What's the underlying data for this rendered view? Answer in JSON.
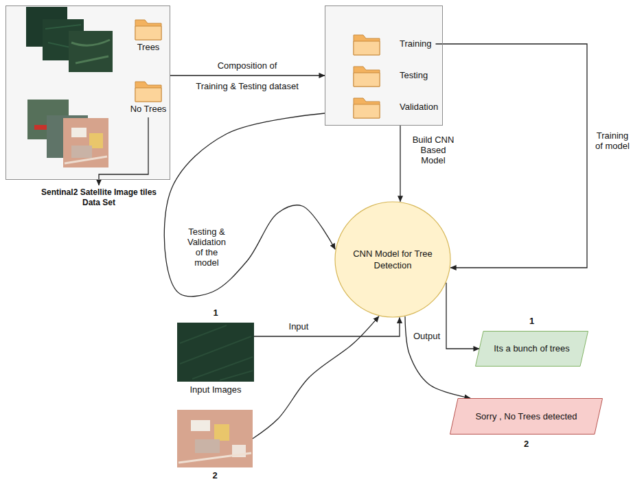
{
  "diagram": {
    "nodes": [
      {
        "text": [
          "Sentinal2 Satellite Image tiles Data Set"
        ]
      },
      {
        "text": [
          "Trees"
        ],
        "in": 0
      },
      {
        "text": [
          "No Trees"
        ],
        "in": 0
      },
      {
        "text": []
      },
      {
        "text": [
          "Training"
        ],
        "in": 3
      },
      {
        "text": [
          "Testing"
        ],
        "in": 3
      },
      {
        "text": [
          "Validation"
        ],
        "in": 3
      },
      {
        "text": [
          "CNN Model for Tree Detection"
        ]
      },
      {
        "text": [
          "1",
          "Input Images"
        ]
      },
      {
        "text": [
          "2"
        ]
      },
      {
        "text": [
          "1",
          "Its a bunch of trees"
        ]
      },
      {
        "text": [
          "Sorry , No Trees detected",
          "2"
        ]
      }
    ],
    "edges": [
      {
        "from": 2,
        "to": 0,
        "arrow": "to"
      },
      {
        "from": 0,
        "to": 3,
        "label": "Composition of",
        "arrow": "to"
      },
      {
        "from": 4,
        "to": 7,
        "label": "Training of model",
        "arrow": "to"
      },
      {
        "from": 3,
        "to": 7,
        "label": "Build CNN Based Model",
        "arrow": "to"
      },
      {
        "from": 3,
        "to": 7,
        "label": "Testing & Validation of the model",
        "arrow": "to"
      },
      {
        "from": 8,
        "to": 7,
        "label": "Input",
        "arrow": "to"
      },
      {
        "from": 9,
        "to": 7,
        "arrow": "to"
      },
      {
        "from": 7,
        "to": 10,
        "label": "Output",
        "arrow": "to"
      },
      {
        "from": 7,
        "to": 11,
        "arrow": "to"
      }
    ],
    "labels": [
      "Training & Testing dataset"
    ]
  }
}
